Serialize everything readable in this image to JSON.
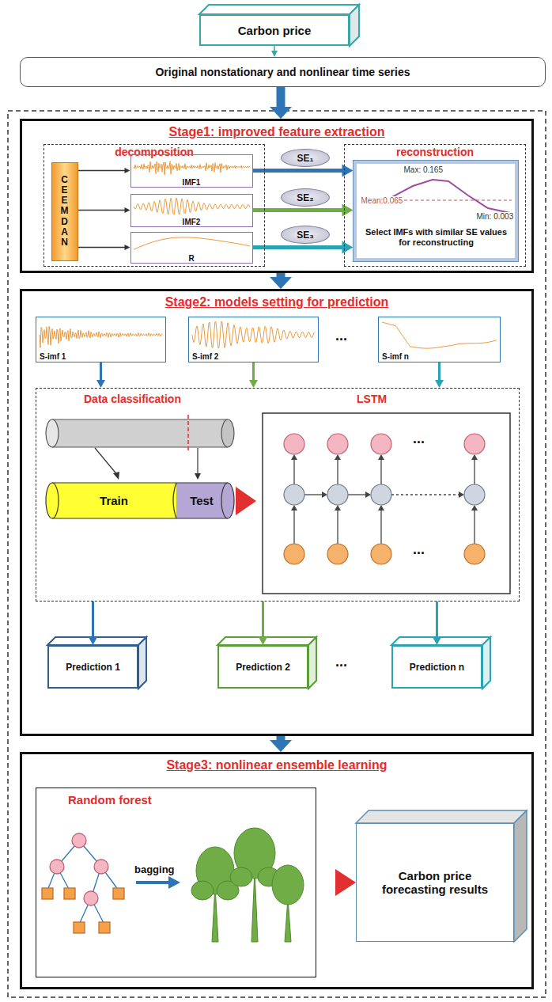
{
  "diagram": {
    "nodes": [
      {
        "text": [
          "Carbon price"
        ]
      },
      {
        "text": [
          "Original nonstationary and nonlinear time series"
        ]
      },
      {
        "text": [
          "Stage1: improved feature extraction"
        ]
      },
      {
        "text": [
          "decomposition"
        ],
        "in": 2
      },
      {
        "text": [
          "CEEMDAN"
        ],
        "in": 3
      },
      {
        "text": [
          "IMF1"
        ],
        "in": 3
      },
      {
        "text": [
          "IMF2"
        ],
        "in": 3
      },
      {
        "text": [
          "R"
        ],
        "in": 3
      },
      {
        "text": [
          "SE₁"
        ],
        "in": 2
      },
      {
        "text": [
          "SE₂"
        ],
        "in": 2
      },
      {
        "text": [
          "SE₃"
        ],
        "in": 2
      },
      {
        "text": [
          "reconstruction"
        ],
        "in": 2
      },
      {
        "text": [
          "Max: 0.165",
          "Mean:0.065",
          "Min: 0.003",
          "Select IMFs with similar SE values for reconstructing"
        ],
        "in": 11
      },
      {
        "text": [
          "Stage2: models setting for prediction"
        ]
      },
      {
        "text": [
          "S-imf 1"
        ],
        "in": 13
      },
      {
        "text": [
          "S-imf 2"
        ],
        "in": 13
      },
      {
        "text": [
          "S-imf n"
        ],
        "in": 13
      },
      {
        "text": [
          "Data classification",
          "LSTM"
        ],
        "in": 13
      },
      {
        "text": [
          "Train"
        ],
        "in": 17
      },
      {
        "text": [
          "Test"
        ],
        "in": 17
      },
      {
        "text": [
          "Prediction 1"
        ],
        "in": 13
      },
      {
        "text": [
          "Prediction 2"
        ],
        "in": 13
      },
      {
        "text": [
          "Prediction n"
        ],
        "in": 13
      },
      {
        "text": [
          "Stage3: nonlinear ensemble learning"
        ]
      },
      {
        "text": [
          "Random forest"
        ],
        "in": 23
      },
      {
        "text": [
          "Carbon price forecasting results"
        ],
        "in": 23
      }
    ],
    "edges": [
      {
        "from": 0,
        "to": 1,
        "arrow": "to"
      },
      {
        "from": 1,
        "to": 2,
        "arrow": "to"
      },
      {
        "from": 4,
        "to": 5,
        "arrow": "to"
      },
      {
        "from": 4,
        "to": 6,
        "arrow": "to"
      },
      {
        "from": 4,
        "to": 7,
        "arrow": "to"
      },
      {
        "from": 5,
        "to": 12,
        "arrow": "to"
      },
      {
        "from": 6,
        "to": 12,
        "arrow": "to"
      },
      {
        "from": 7,
        "to": 12,
        "arrow": "to"
      },
      {
        "from": 2,
        "to": 13,
        "arrow": "to"
      },
      {
        "from": 14,
        "to": 17,
        "arrow": "to"
      },
      {
        "from": 15,
        "to": 17,
        "arrow": "to"
      },
      {
        "from": 16,
        "to": 17,
        "arrow": "to"
      },
      {
        "from": 17,
        "to": 20,
        "arrow": "to"
      },
      {
        "from": 17,
        "to": 21,
        "arrow": "to"
      },
      {
        "from": 17,
        "to": 22,
        "arrow": "to"
      },
      {
        "from": 13,
        "to": 23,
        "arrow": "to"
      },
      {
        "from": 24,
        "to": 25,
        "arrow": "to"
      }
    ],
    "labels": [
      "...",
      "...",
      "...",
      "...",
      "bagging"
    ]
  }
}
